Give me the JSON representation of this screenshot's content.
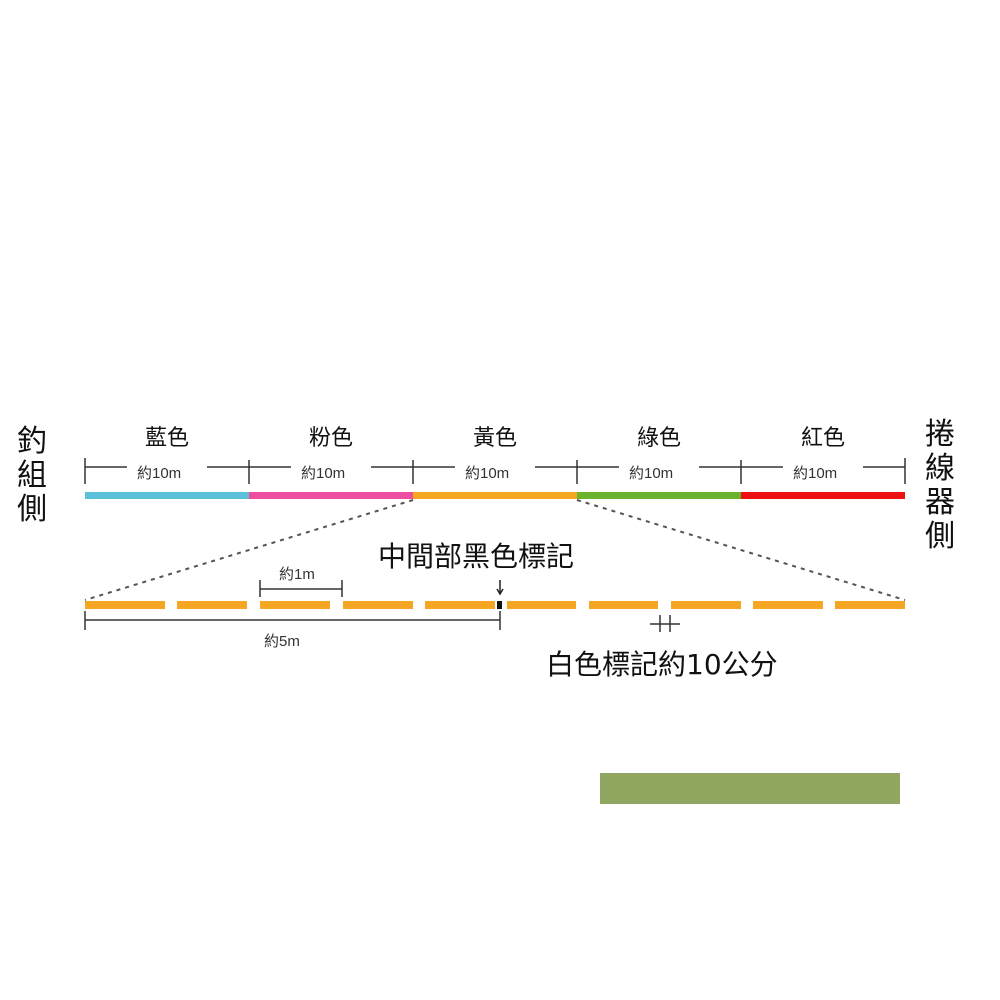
{
  "left_side_label": "釣組側",
  "right_side_label": "捲線器側",
  "segments": [
    {
      "name": "藍色",
      "length": "約10m",
      "color": "#5bc0d8"
    },
    {
      "name": "粉色",
      "length": "約10m",
      "color": "#ec4fa0"
    },
    {
      "name": "黃色",
      "length": "約10m",
      "color": "#f5a623"
    },
    {
      "name": "綠色",
      "length": "約10m",
      "color": "#6bb32e"
    },
    {
      "name": "紅色",
      "length": "約10m",
      "color": "#ee1111"
    }
  ],
  "detail": {
    "middle_mark_label": "中間部黑色標記",
    "one_meter_label": "約1m",
    "five_meter_label": "約5m",
    "white_mark_label": "白色標記約10公分",
    "dash_color": "#f5a623"
  },
  "footer_bar_color": "#91a661"
}
